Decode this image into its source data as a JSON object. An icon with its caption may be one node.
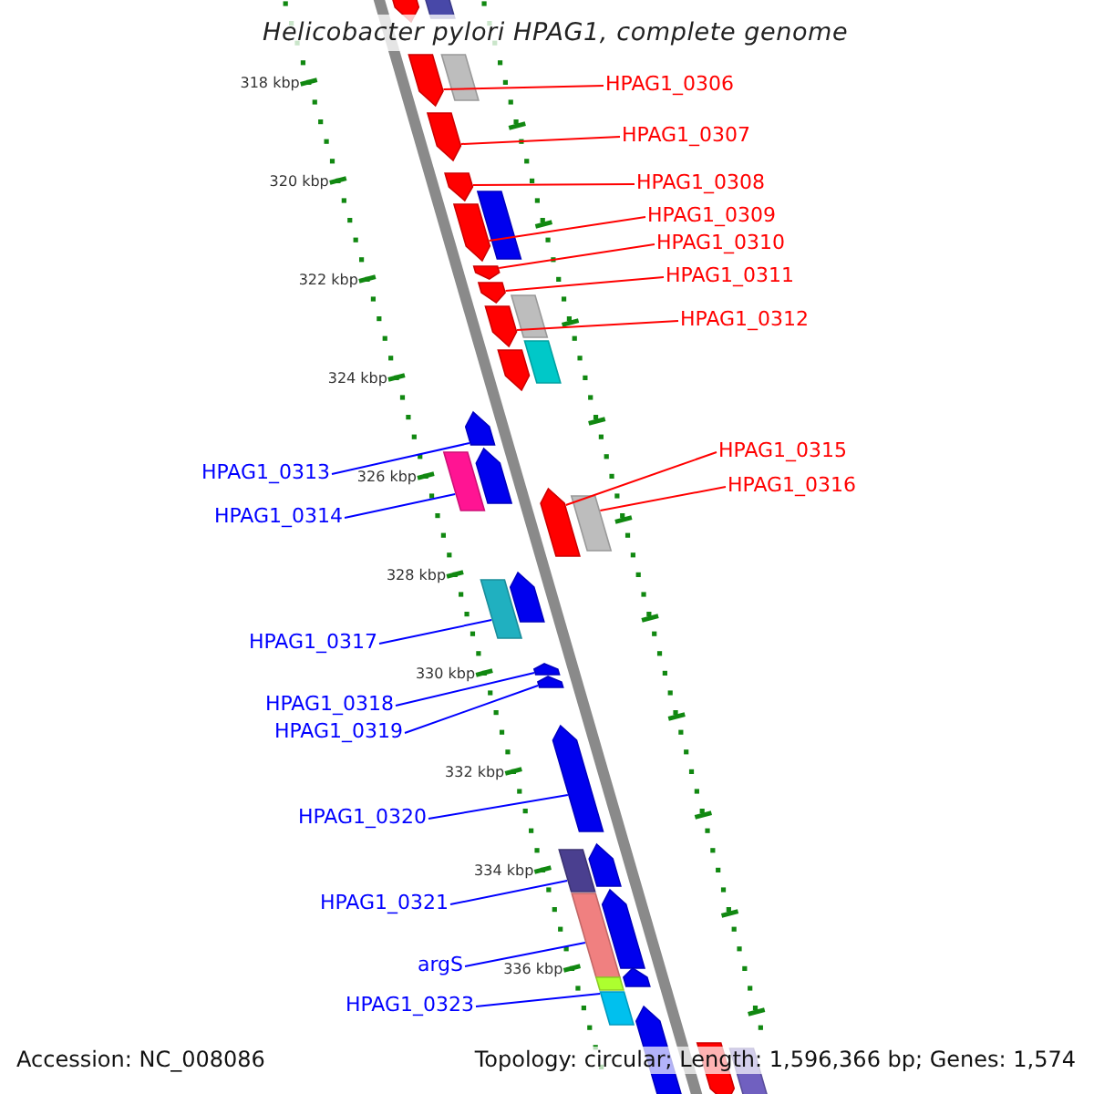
{
  "diagram": {
    "title": "Helicobacter pylori HPAG1, complete genome",
    "nodes": [
      {
        "text": [
          "HPAG1_0306"
        ]
      },
      {
        "text": [
          "HPAG1_0307"
        ]
      },
      {
        "text": [
          "HPAG1_0308"
        ]
      },
      {
        "text": [
          "HPAG1_0309"
        ]
      },
      {
        "text": [
          "HPAG1_0310"
        ]
      },
      {
        "text": [
          "HPAG1_0311"
        ]
      },
      {
        "text": [
          "HPAG1_0312"
        ]
      },
      {
        "text": [
          "HPAG1_0313"
        ]
      },
      {
        "text": [
          "HPAG1_0314"
        ]
      },
      {
        "text": [
          "HPAG1_0315"
        ]
      },
      {
        "text": [
          "HPAG1_0316"
        ]
      },
      {
        "text": [
          "HPAG1_0317"
        ]
      },
      {
        "text": [
          "HPAG1_0318"
        ]
      },
      {
        "text": [
          "HPAG1_0319"
        ]
      },
      {
        "text": [
          "HPAG1_0320"
        ]
      },
      {
        "text": [
          "HPAG1_0321"
        ]
      },
      {
        "text": [
          "argS"
        ]
      },
      {
        "text": [
          "HPAG1_0323"
        ]
      },
      {
        "text": [],
        "shape": "arrow"
      },
      {
        "text": [],
        "shape": "arrow"
      },
      {
        "text": [],
        "shape": "arrow"
      },
      {
        "text": [],
        "shape": "arrow"
      },
      {
        "text": [],
        "shape": "arrow"
      },
      {
        "text": [],
        "shape": "arrow"
      },
      {
        "text": [],
        "shape": "arrow"
      },
      {
        "text": [],
        "shape": "arrow"
      },
      {
        "text": [],
        "shape": "box"
      },
      {
        "text": [],
        "shape": "arrow"
      },
      {
        "text": [],
        "shape": "box"
      },
      {
        "text": [],
        "shape": "box"
      },
      {
        "text": [],
        "shape": "arrow"
      },
      {
        "text": [],
        "shape": "arrow"
      },
      {
        "text": [],
        "shape": "arrow"
      },
      {
        "text": [],
        "shape": "box"
      },
      {
        "text": [],
        "shape": "box"
      },
      {
        "text": [],
        "shape": "box"
      },
      {
        "text": [],
        "shape": "arrow"
      },
      {
        "text": [],
        "shape": "box"
      },
      {
        "text": [],
        "shape": "box"
      },
      {
        "text": [],
        "shape": "box"
      },
      {
        "text": [],
        "shape": "box"
      },
      {
        "text": [],
        "shape": "box"
      },
      {
        "text": [],
        "shape": "arrow"
      },
      {
        "text": [],
        "shape": "arrow"
      },
      {
        "text": [],
        "shape": "arrow"
      },
      {
        "text": [],
        "shape": "arrow"
      },
      {
        "text": [],
        "shape": "arrow"
      },
      {
        "text": [],
        "shape": "box"
      },
      {
        "text": [],
        "shape": "arrow"
      },
      {
        "text": [],
        "shape": "arrow"
      },
      {
        "text": [],
        "shape": "arrow"
      },
      {
        "text": [],
        "shape": "box"
      }
    ],
    "edges": [
      {
        "from": 0,
        "to": 18,
        "arrow": "none",
        "color": "#ff0000"
      },
      {
        "from": 1,
        "to": 19,
        "arrow": "none",
        "color": "#ff0000"
      },
      {
        "from": 2,
        "to": 20,
        "arrow": "none",
        "color": "#ff0000"
      },
      {
        "from": 3,
        "to": 21,
        "arrow": "none",
        "color": "#ff0000"
      },
      {
        "from": 4,
        "to": 22,
        "arrow": "none",
        "color": "#ff0000"
      },
      {
        "from": 5,
        "to": 23,
        "arrow": "none",
        "color": "#ff0000"
      },
      {
        "from": 6,
        "to": 24,
        "arrow": "none",
        "color": "#ff0000"
      },
      {
        "from": 7,
        "to": 25,
        "arrow": "none",
        "color": "#0000ff"
      },
      {
        "from": 8,
        "to": 26,
        "arrow": "none",
        "color": "#0000ff"
      },
      {
        "from": 9,
        "to": 27,
        "arrow": "none",
        "color": "#ff0000"
      },
      {
        "from": 10,
        "to": 28,
        "arrow": "none",
        "color": "#ff0000"
      },
      {
        "from": 11,
        "to": 29,
        "arrow": "none",
        "color": "#0000ff"
      },
      {
        "from": 12,
        "to": 30,
        "arrow": "none",
        "color": "#0000ff"
      },
      {
        "from": 13,
        "to": 31,
        "arrow": "none",
        "color": "#0000ff"
      },
      {
        "from": 14,
        "to": 32,
        "arrow": "none",
        "color": "#0000ff"
      },
      {
        "from": 15,
        "to": 33,
        "arrow": "none",
        "color": "#0000ff"
      },
      {
        "from": 16,
        "to": 34,
        "arrow": "none",
        "color": "#0000ff"
      },
      {
        "from": 17,
        "to": 35,
        "arrow": "none",
        "color": "#0000ff"
      }
    ],
    "labels": [
      "318 kbp",
      "320 kbp",
      "322 kbp",
      "324 kbp",
      "326 kbp",
      "328 kbp",
      "330 kbp",
      "332 kbp",
      "334 kbp",
      "336 kbp",
      "Accession: NC_008086",
      "Topology: circular; Length: 1,596,366 bp; Genes: 1,574"
    ]
  }
}
